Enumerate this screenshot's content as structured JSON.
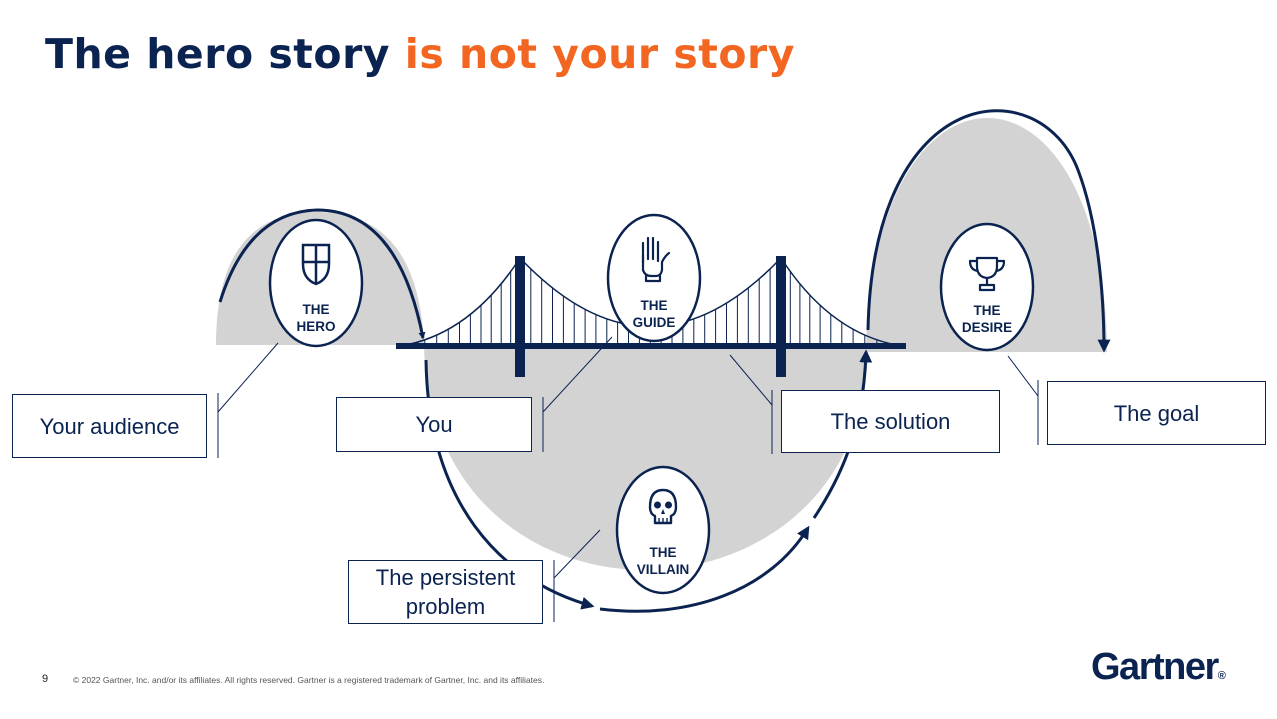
{
  "title": {
    "part1": "The hero story",
    "part2": "is not your story"
  },
  "colors": {
    "navy": "#0b2350",
    "orange": "#f26622",
    "fill_gray": "#d3d3d3"
  },
  "badges": {
    "hero": {
      "line1": "THE",
      "line2": "HERO",
      "icon": "shield-icon"
    },
    "guide": {
      "line1": "THE",
      "line2": "GUIDE",
      "icon": "raised-hand-icon"
    },
    "desire": {
      "line1": "THE",
      "line2": "DESIRE",
      "icon": "trophy-icon"
    },
    "villain": {
      "line1": "THE",
      "line2": "VILLAIN",
      "icon": "skull-icon"
    }
  },
  "boxes": {
    "audience": "Your audience",
    "you": "You",
    "solution": "The solution",
    "goal": "The goal",
    "problem": "The persistent problem"
  },
  "footer": {
    "page_number": "9",
    "copyright": "© 2022 Gartner, Inc. and/or its affiliates. All rights reserved. Gartner is a registered trademark of Gartner, Inc. and its affiliates.",
    "logo": "Gartner",
    "logo_mark": "®"
  }
}
